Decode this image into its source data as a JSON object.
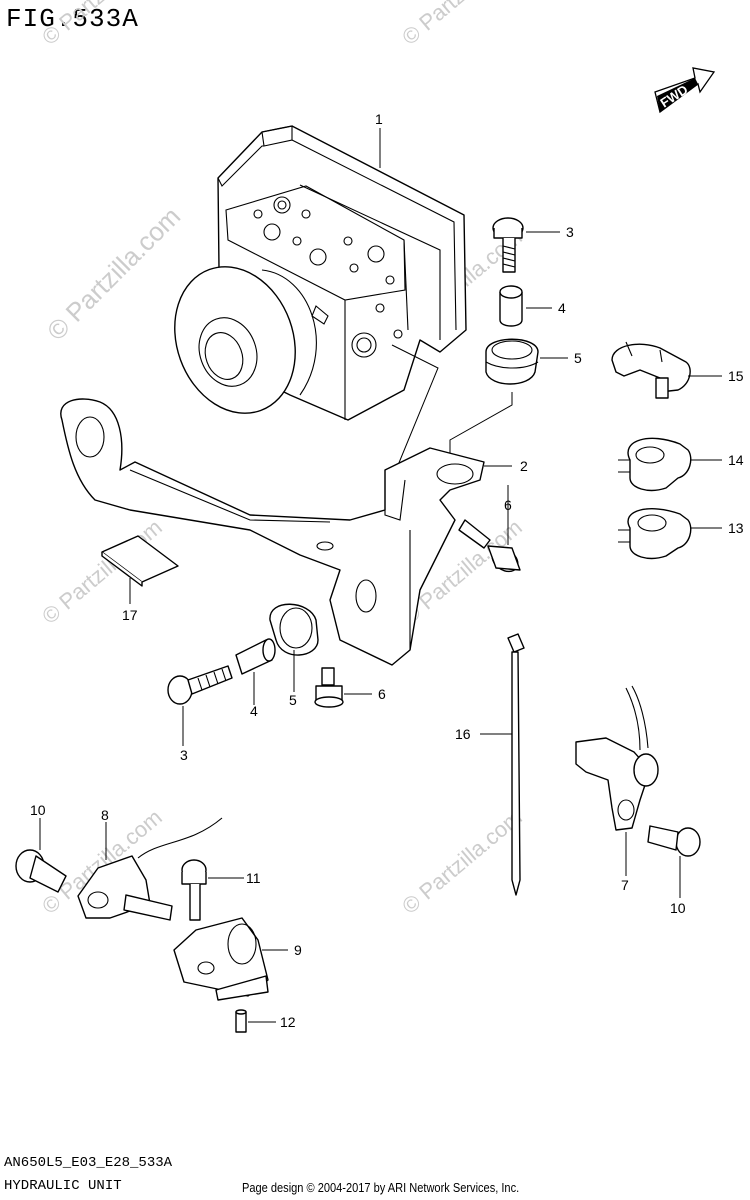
{
  "figure": {
    "title": "FIG.533A",
    "fwd_label": "FWD",
    "watermark": "© Partzilla.com"
  },
  "callouts": [
    "1",
    "2",
    "3",
    "4",
    "5",
    "6",
    "7",
    "8",
    "9",
    "10",
    "11",
    "12",
    "13",
    "14",
    "15",
    "16",
    "17",
    "3",
    "4",
    "5",
    "6",
    "10"
  ],
  "footer": {
    "code": "AN650L5_E03_E28_533A",
    "name": "HYDRAULIC UNIT",
    "copyright": "Page design © 2004-2017 by ARI Network Services, Inc."
  }
}
